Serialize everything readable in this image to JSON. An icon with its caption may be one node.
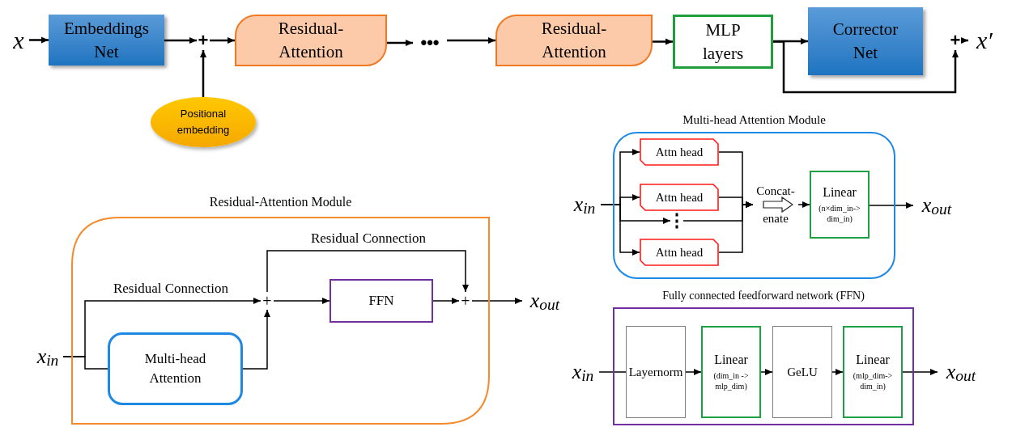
{
  "diagram": {
    "nodes": [
      {
        "text": [
          "x"
        ]
      },
      {
        "text": [
          "Embeddings Net"
        ]
      },
      {
        "text": [
          "+"
        ]
      },
      {
        "text": [
          "Residual- Attention"
        ]
      },
      {
        "text": [
          "•••"
        ]
      },
      {
        "text": [
          "Residual- Attention"
        ]
      },
      {
        "text": [
          "MLP layers"
        ]
      },
      {
        "text": [
          "Corrector Net"
        ]
      },
      {
        "text": [
          "+"
        ]
      },
      {
        "text": [
          "x′"
        ]
      },
      {
        "text": [
          "Positional embedding"
        ]
      },
      {
        "text": [
          "Residual-Attention Module"
        ]
      },
      {
        "text": [
          "x$_{in}$"
        ]
      },
      {
        "text": [
          "+"
        ],
        "in": 11
      },
      {
        "text": [
          "FFN"
        ],
        "in": 11
      },
      {
        "text": [
          "+"
        ],
        "in": 11
      },
      {
        "text": [
          "Multi-head Attention"
        ],
        "in": 11
      },
      {
        "text": [
          "x$_{out}$"
        ]
      },
      {
        "text": [
          "Multi-head Attention Module"
        ]
      },
      {
        "text": [
          "x$_{in}$"
        ]
      },
      {
        "text": [
          "Attn head"
        ],
        "in": 18
      },
      {
        "text": [
          "Attn head"
        ],
        "in": 18
      },
      {
        "text": [
          "Attn head"
        ],
        "in": 18
      },
      {
        "text": [
          "⋮"
        ],
        "in": 18
      },
      {
        "text": [
          "Concat- enate"
        ],
        "in": 18
      },
      {
        "text": [
          "Linear",
          "(n×dim_in-> dim_in)"
        ],
        "in": 18
      },
      {
        "text": [
          "x$_{out}$"
        ]
      },
      {
        "text": [
          "Fully connected feedforward network (FFN)"
        ]
      },
      {
        "text": [
          "x$_{in}$"
        ]
      },
      {
        "text": [
          "Layernorm"
        ],
        "in": 27
      },
      {
        "text": [
          "Linear",
          "(dim_in -> mlp_dim)"
        ],
        "in": 27
      },
      {
        "text": [
          "GeLU"
        ],
        "in": 27
      },
      {
        "text": [
          "Linear",
          "(mlp_dim-> dim_in)"
        ],
        "in": 27
      },
      {
        "text": [
          "x$_{out}$"
        ]
      }
    ],
    "edges": [
      {
        "from": 0,
        "to": 1,
        "arrow": "to"
      },
      {
        "from": 1,
        "to": 2,
        "arrow": "to"
      },
      {
        "from": 10,
        "to": 2,
        "arrow": "to"
      },
      {
        "from": 2,
        "to": 3,
        "arrow": "to"
      },
      {
        "from": 3,
        "to": 4,
        "arrow": "to"
      },
      {
        "from": 4,
        "to": 5,
        "arrow": "to"
      },
      {
        "from": 5,
        "to": 6,
        "arrow": "to"
      },
      {
        "from": 6,
        "to": 7,
        "arrow": "to"
      },
      {
        "from": 6,
        "to": 8,
        "arrow": "to"
      },
      {
        "from": 8,
        "to": 9,
        "arrow": "to"
      },
      {
        "from": 12,
        "to": 13,
        "arrow": "to",
        "label": "Residual Connection"
      },
      {
        "from": 12,
        "to": 16,
        "arrow": "none"
      },
      {
        "from": 16,
        "to": 13,
        "arrow": "to"
      },
      {
        "from": 13,
        "to": 14,
        "arrow": "to"
      },
      {
        "from": 14,
        "to": 15,
        "arrow": "to"
      },
      {
        "from": 13,
        "to": 15,
        "arrow": "to",
        "label": "Residual Connection"
      },
      {
        "from": 15,
        "to": 17,
        "arrow": "to"
      },
      {
        "from": 19,
        "to": 20,
        "arrow": "to"
      },
      {
        "from": 19,
        "to": 21,
        "arrow": "to"
      },
      {
        "from": 19,
        "to": 23,
        "arrow": "to"
      },
      {
        "from": 19,
        "to": 22,
        "arrow": "to"
      },
      {
        "from": 20,
        "to": 24,
        "arrow": "to"
      },
      {
        "from": 21,
        "to": 24,
        "arrow": "to"
      },
      {
        "from": 23,
        "to": 24,
        "arrow": "to"
      },
      {
        "from": 22,
        "to": 24,
        "arrow": "to"
      },
      {
        "from": 24,
        "to": 25,
        "arrow": "to"
      },
      {
        "from": 25,
        "to": 26,
        "arrow": "to"
      },
      {
        "from": 28,
        "to": 29,
        "arrow": "none"
      },
      {
        "from": 29,
        "to": 30,
        "arrow": "to"
      },
      {
        "from": 30,
        "to": 31,
        "arrow": "to"
      },
      {
        "from": 31,
        "to": 32,
        "arrow": "to"
      },
      {
        "from": 32,
        "to": 33,
        "arrow": "to"
      }
    ]
  }
}
